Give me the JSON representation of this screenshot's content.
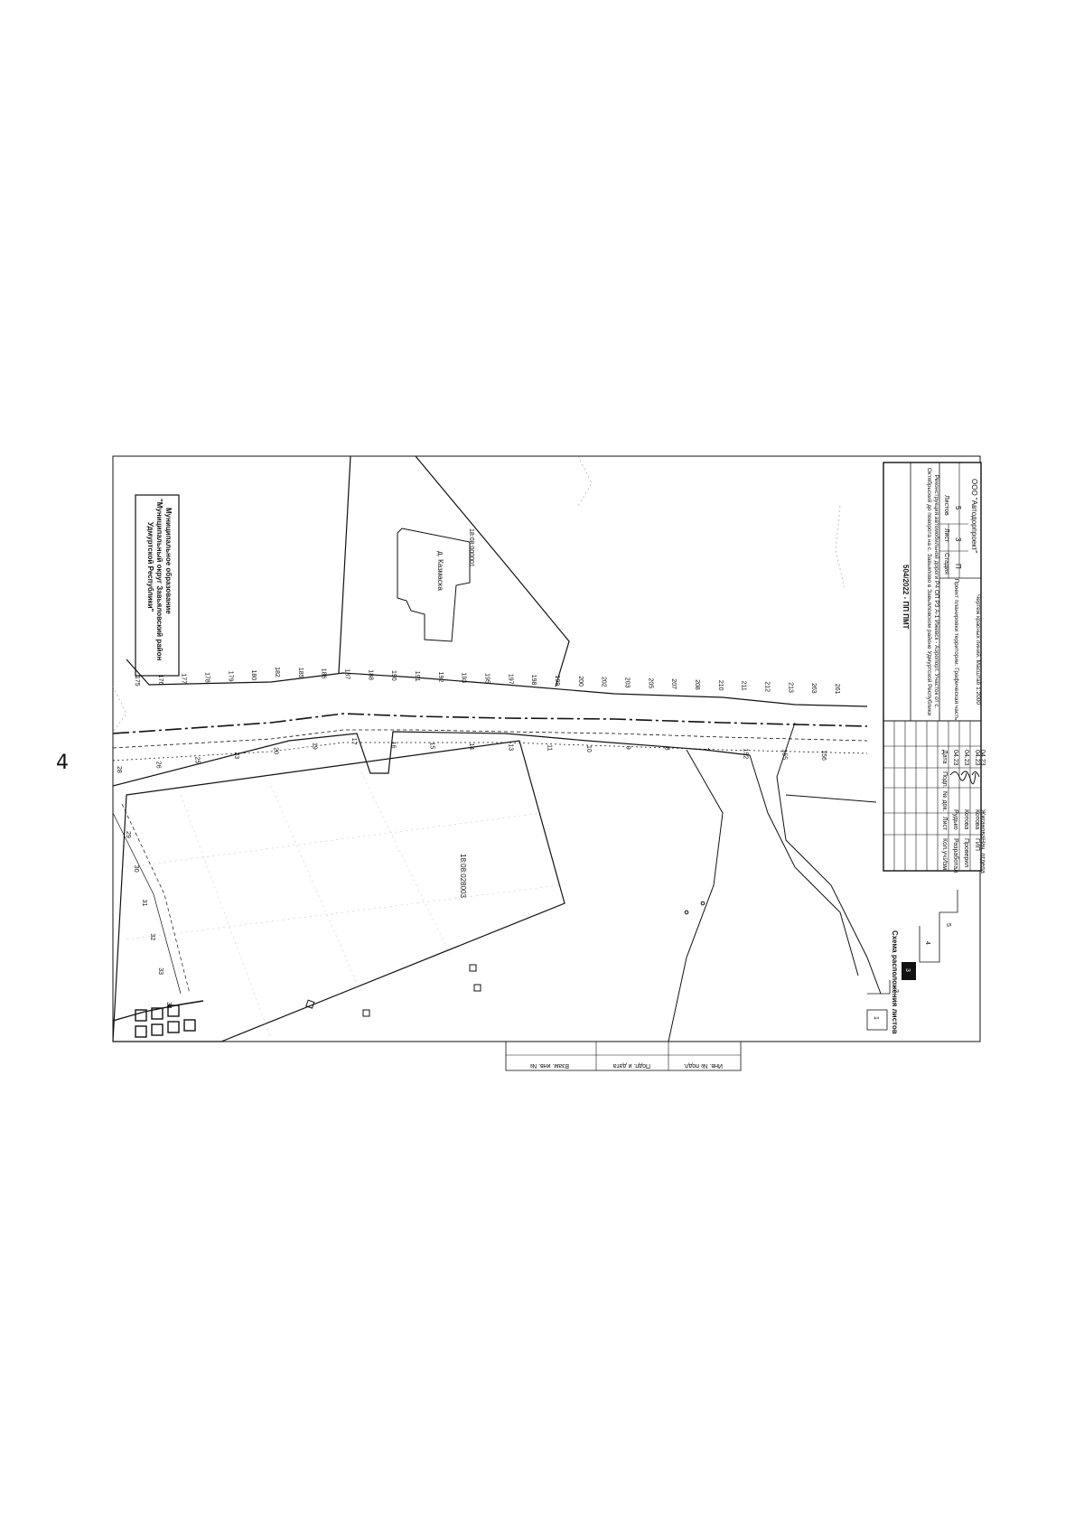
{
  "page_number": "4",
  "municipality_box": {
    "line1": "Муниципальное образование",
    "line2": "\"Муниципальный округ Завьяловский район",
    "line3": "Удмуртской Республики\""
  },
  "map_labels": {
    "parcel_big": "18:08:028003",
    "village": "д. Казмаска",
    "parcel_village": "18:08:000001"
  },
  "point_numbers_north": [
    "175",
    "176",
    "177",
    "178",
    "179",
    "180",
    "182",
    "185",
    "186",
    "187",
    "188",
    "190",
    "191",
    "192",
    "193",
    "195",
    "197",
    "198",
    "199",
    "200",
    "202",
    "203",
    "205",
    "207",
    "208",
    "210",
    "211",
    "212",
    "213",
    "263",
    "261"
  ],
  "point_numbers_south": [
    "28",
    "26",
    "25",
    "23",
    "20",
    "19",
    "17",
    "16",
    "15",
    "14",
    "13",
    "11",
    "10",
    "9",
    "8",
    "7",
    "152",
    "155",
    "156"
  ],
  "point_numbers_west": [
    "29",
    "30",
    "31",
    "32",
    "33",
    "34"
  ],
  "scheme": {
    "title": "Схема расположения листов",
    "sheets": [
      "1",
      "2",
      "3",
      "4",
      "5"
    ]
  },
  "side_stamp": {
    "col1": "Инв. № подл.",
    "col2": "Подп. и дата",
    "col3": "Взам. инв. №"
  },
  "title_block": {
    "code": "504/2022 - ПП ПМТ",
    "project": "Реконструкция автомобильной дороги Р4 ОП РЗ А-1 Ижевск - Аэропорт. Участок от с. Октябрьский до поворота на с. Завьялово в Завьяловском районе Удмуртской Республики",
    "section": "Проект планировки территории. Графическая часть",
    "drawing": "Чертеж красных линий. Масштаб 1:2000",
    "stage_label": "Стадия",
    "sheet_label": "Лист",
    "sheets_label": "Листов",
    "stage": "П",
    "sheet": "3",
    "sheets": "5",
    "company": "ООО \"Автодорпроект\"",
    "head": [
      "Изм.",
      "Кол.уч.",
      "Лист",
      "№ док.",
      "Подп.",
      "Дата"
    ],
    "rows": [
      {
        "role": "Разработал",
        "name": "Рудько",
        "date": "04.23"
      },
      {
        "role": "Проверил",
        "name": "Котова",
        "date": "04.23"
      },
      {
        "role": "ГИП",
        "name": "Котова",
        "date": "04.23"
      },
      {
        "role": "Нач. отдела",
        "name": "Жиганова",
        "date": "04.23"
      }
    ]
  }
}
